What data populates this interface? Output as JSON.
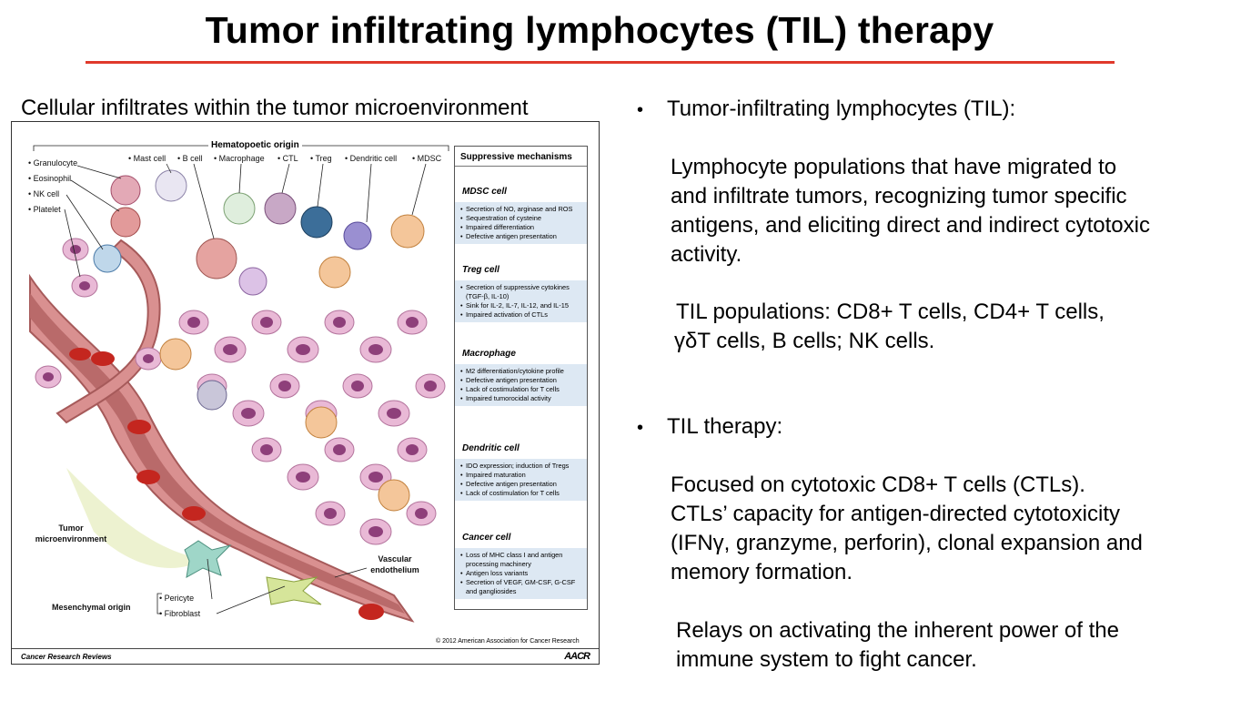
{
  "title": "Tumor infiltrating lymphocytes (TIL) therapy",
  "figure": {
    "caption": "Cellular infiltrates within the tumor microenvironment",
    "hematopoetic_label": "Hematopoetic origin",
    "left_cells": [
      "Granulocyte",
      "Eosinophil",
      "NK cell",
      "Platelet"
    ],
    "top_cells": [
      "Mast cell",
      "B cell",
      "Macrophage",
      "CTL",
      "Treg",
      "Dendritic cell",
      "MDSC"
    ],
    "tumor_label": "Tumor microenvironment",
    "vascular_label": "Vascular endothelium",
    "mesenchymal_label": "Mesenchymal origin",
    "mesenchymal_cells": [
      "Pericyte",
      "Fibroblast"
    ],
    "panel_title": "Suppressive mechanisms",
    "sections": [
      {
        "name": "MDSC cell",
        "items": [
          "Secretion of NO, arginase and ROS",
          "Sequestration of cysteine",
          "Impaired differentiation",
          "Defective antigen presentation"
        ]
      },
      {
        "name": "Treg cell",
        "items": [
          "Secretion of suppressive cytokines (TGF-β, IL-10)",
          "Sink for IL-2, IL-7, IL-12, and IL-15",
          "Impaired activation of CTLs"
        ]
      },
      {
        "name": "Macrophage",
        "items": [
          "M2 differentiation/cytokine profile",
          "Defective antigen presentation",
          "Lack of costimulation for T cells",
          "Impaired tumorocidal activity"
        ]
      },
      {
        "name": "Dendritic cell",
        "items": [
          "IDO expression; induction of Tregs",
          "Impaired maturation",
          "Defective antigen presentation",
          "Lack of costimulation for T cells"
        ]
      },
      {
        "name": "Cancer cell",
        "items": [
          "Loss of MHC class I and antigen processing machinery",
          "Antigen loss variants",
          "Secretion of VEGF, GM-CSF, G-CSF and gangliosides"
        ]
      }
    ],
    "copyright": "© 2012 American Association for Cancer Research",
    "journal": "Cancer Research Reviews",
    "logo": "AACR",
    "colors": {
      "vessel": "#c97b7b",
      "tumor_cell": "#e9b9d6",
      "nucleus": "#8e3f7a",
      "panel_bg": "#dde8f3"
    }
  },
  "content": {
    "bullet_glyph": "•",
    "b1_heading": "Tumor-infiltrating lymphocytes (TIL):",
    "b1_desc": [
      "Lymphocyte populations that have migrated to",
      "and infiltrate tumors, recognizing tumor specific",
      "antigens, and eliciting direct and indirect cytotoxic",
      "activity."
    ],
    "b1_pops": [
      "TIL populations: CD8+ T cells, CD4+ T cells,",
      "γδT cells, B cells; NK cells."
    ],
    "b2_heading": "TIL therapy:",
    "b2_desc": [
      "Focused on cytotoxic CD8+ T cells (CTLs).",
      "CTLs’ capacity for antigen-directed cytotoxicity",
      "(IFNγ, granzyme, perforin), clonal expansion and",
      "memory formation."
    ],
    "b2_relay": [
      "Relays on activating the inherent power of the",
      "immune system to fight cancer."
    ]
  }
}
